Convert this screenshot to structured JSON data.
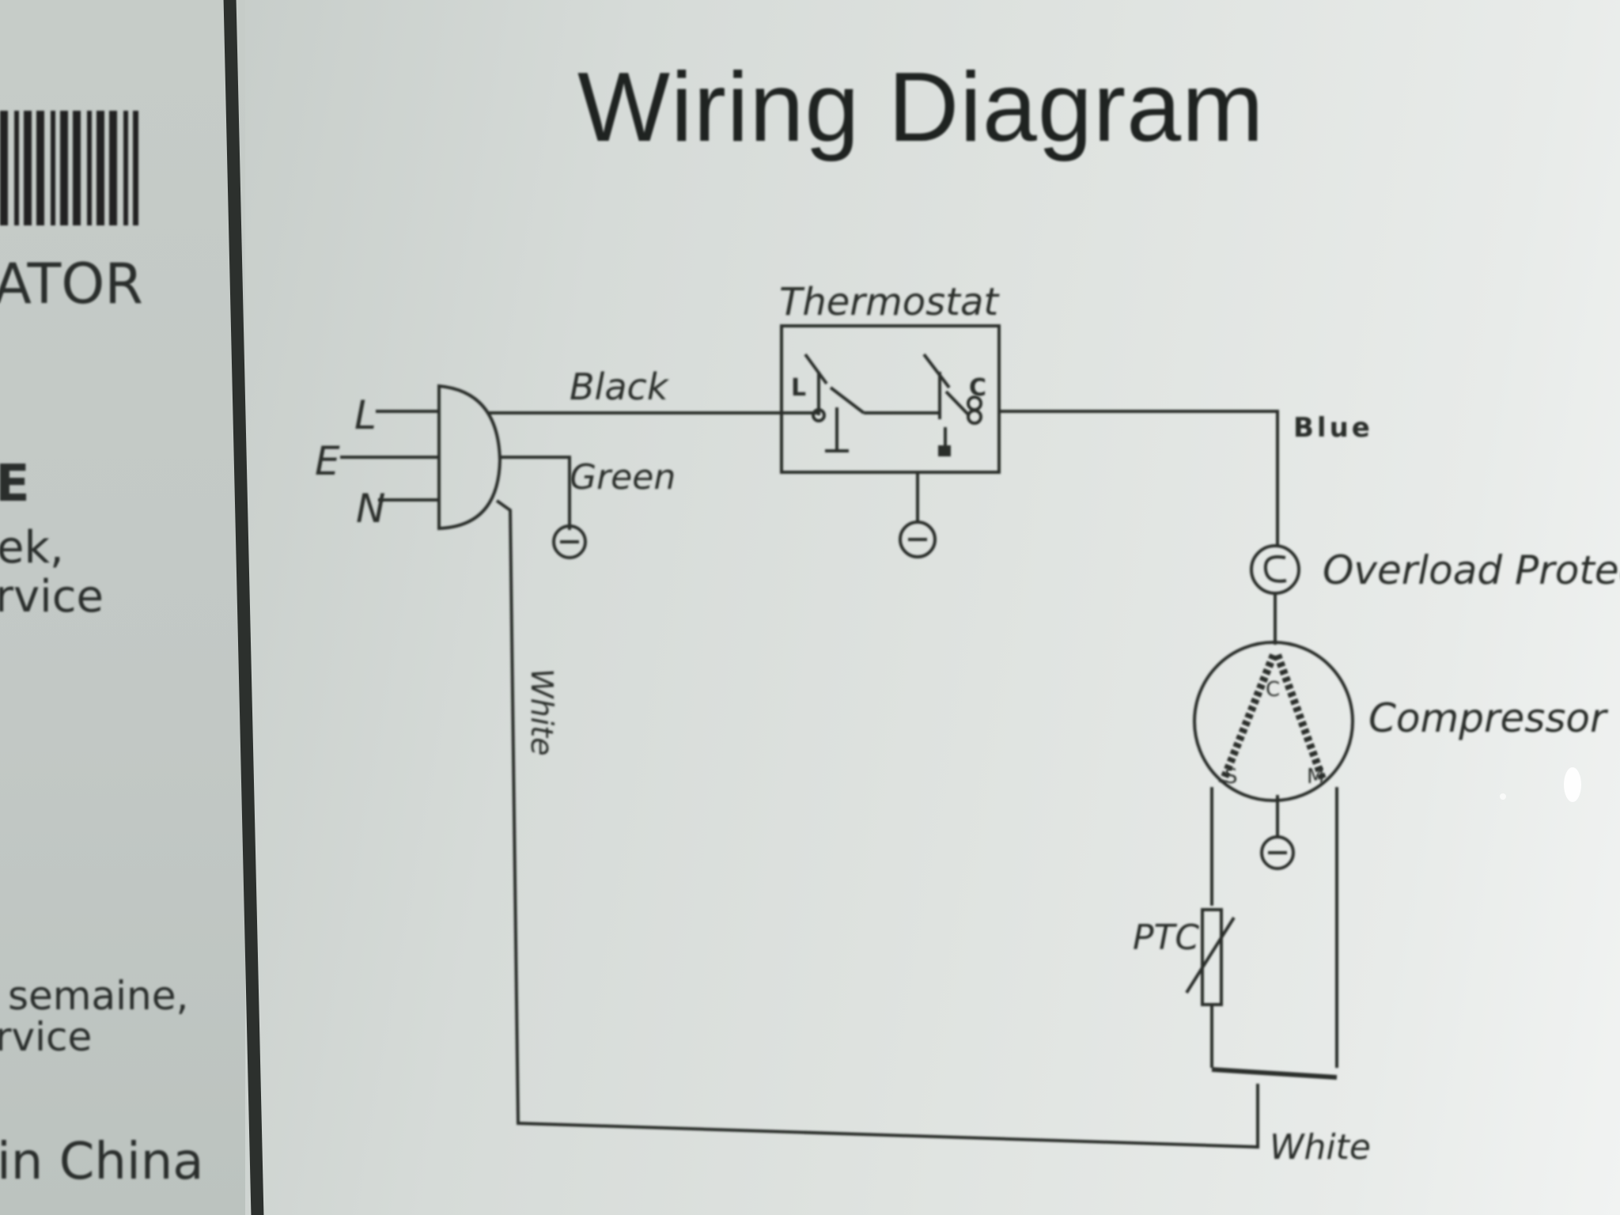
{
  "left_label": {
    "word_1": "ATOR",
    "word_2": "E",
    "word_3": "ek,",
    "word_4": "rvice",
    "word_5": "semaine,",
    "word_6": "rvice",
    "word_7": "in China"
  },
  "diagram": {
    "title": "Wiring Diagram",
    "plug_labels": {
      "live": "L",
      "earth": "E",
      "neutral": "N"
    },
    "wire_labels": {
      "black": "Black",
      "green": "Green",
      "white_left": "White",
      "blue": "Blue",
      "white_bottom": "White"
    },
    "components": {
      "thermostat": "Thermostat",
      "thermostat_terminal_l": "L",
      "thermostat_terminal_c": "C",
      "overload_protector": "Overload Protector",
      "compressor": "Compressor",
      "compressor_terminal_c": "C",
      "compressor_terminal_s": "S",
      "compressor_terminal_m": "M",
      "ptc": "PTC"
    }
  }
}
